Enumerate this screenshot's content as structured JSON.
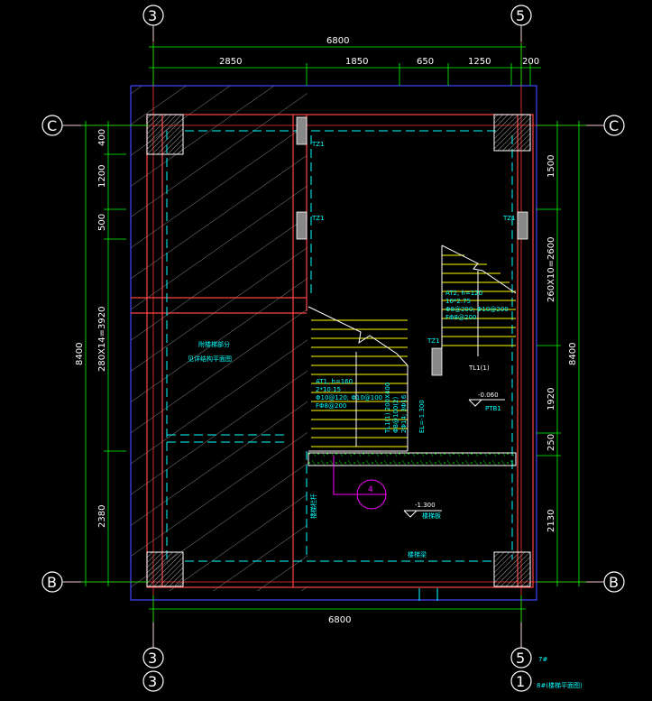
{
  "colors": {
    "background": "#000000",
    "dimension": "#00ff00",
    "axis": "#ffffff",
    "wall": "#ff4444",
    "hidden": "#00ffff",
    "slab": "#4444ff",
    "stair": "#ffff00",
    "column": "#c0c0c0",
    "annotation": "#ff00ff"
  },
  "axes": {
    "left_top": "3",
    "right_top": "5",
    "row_top_left": "C",
    "row_top_right": "C",
    "row_bottom_left": "B",
    "row_bottom_right": "B",
    "left_bottom_1": "3",
    "left_bottom_2": "3",
    "right_bottom_1": "5",
    "right_bottom_2": "1"
  },
  "dims": {
    "top_total": "6800",
    "top_parts": [
      "2850",
      "1850",
      "650",
      "1250",
      "200"
    ],
    "bottom_total": "6800",
    "left_total": "8400",
    "left_parts": [
      "400",
      "1200",
      "500",
      "280X14=3920",
      "2380"
    ],
    "right_total": "8400",
    "right_parts": [
      "1500",
      "260X10=2600",
      "1920",
      "250",
      "2130"
    ]
  },
  "labels": {
    "tz1_a": "TZ1",
    "tz1_b": "TZ1",
    "tz1_c": "TZ1",
    "tz1_d": "TZ1",
    "tl1": "TL1(1)",
    "at1_line1": "AT1, h=160",
    "at1_line2": "2*10:15",
    "at1_line3": "Φ10@120; Φ10@100",
    "at1_line4": "FΦ8@200",
    "at2_line1": "AT2, h=120",
    "at2_line2": "10*2.75",
    "at2_line3": "Φ8@200; Φ10@200",
    "at2_line4": "FΦ8@200",
    "tl_vert1": "TL1(1) 200X400",
    "tl_vert2": "Φ8@100(2)",
    "tl_vert3": "2Φ14; 3Φ16",
    "tl_vert4": "EL=-1.300",
    "mid_note_1": "附楼梯部分",
    "mid_note_2": "见详结构平面图",
    "elev_1": "-0.060",
    "elev_1_tag": "PTB1",
    "elev_2": "-1.300",
    "elev_2_tag": "楼梯板",
    "note_left_vert": "楼梯栏杆",
    "note_bottom": "楼梯梁",
    "circle_mark": "4",
    "corner_note_1": "7#",
    "corner_note_2": "8#(楼梯平面图)"
  }
}
